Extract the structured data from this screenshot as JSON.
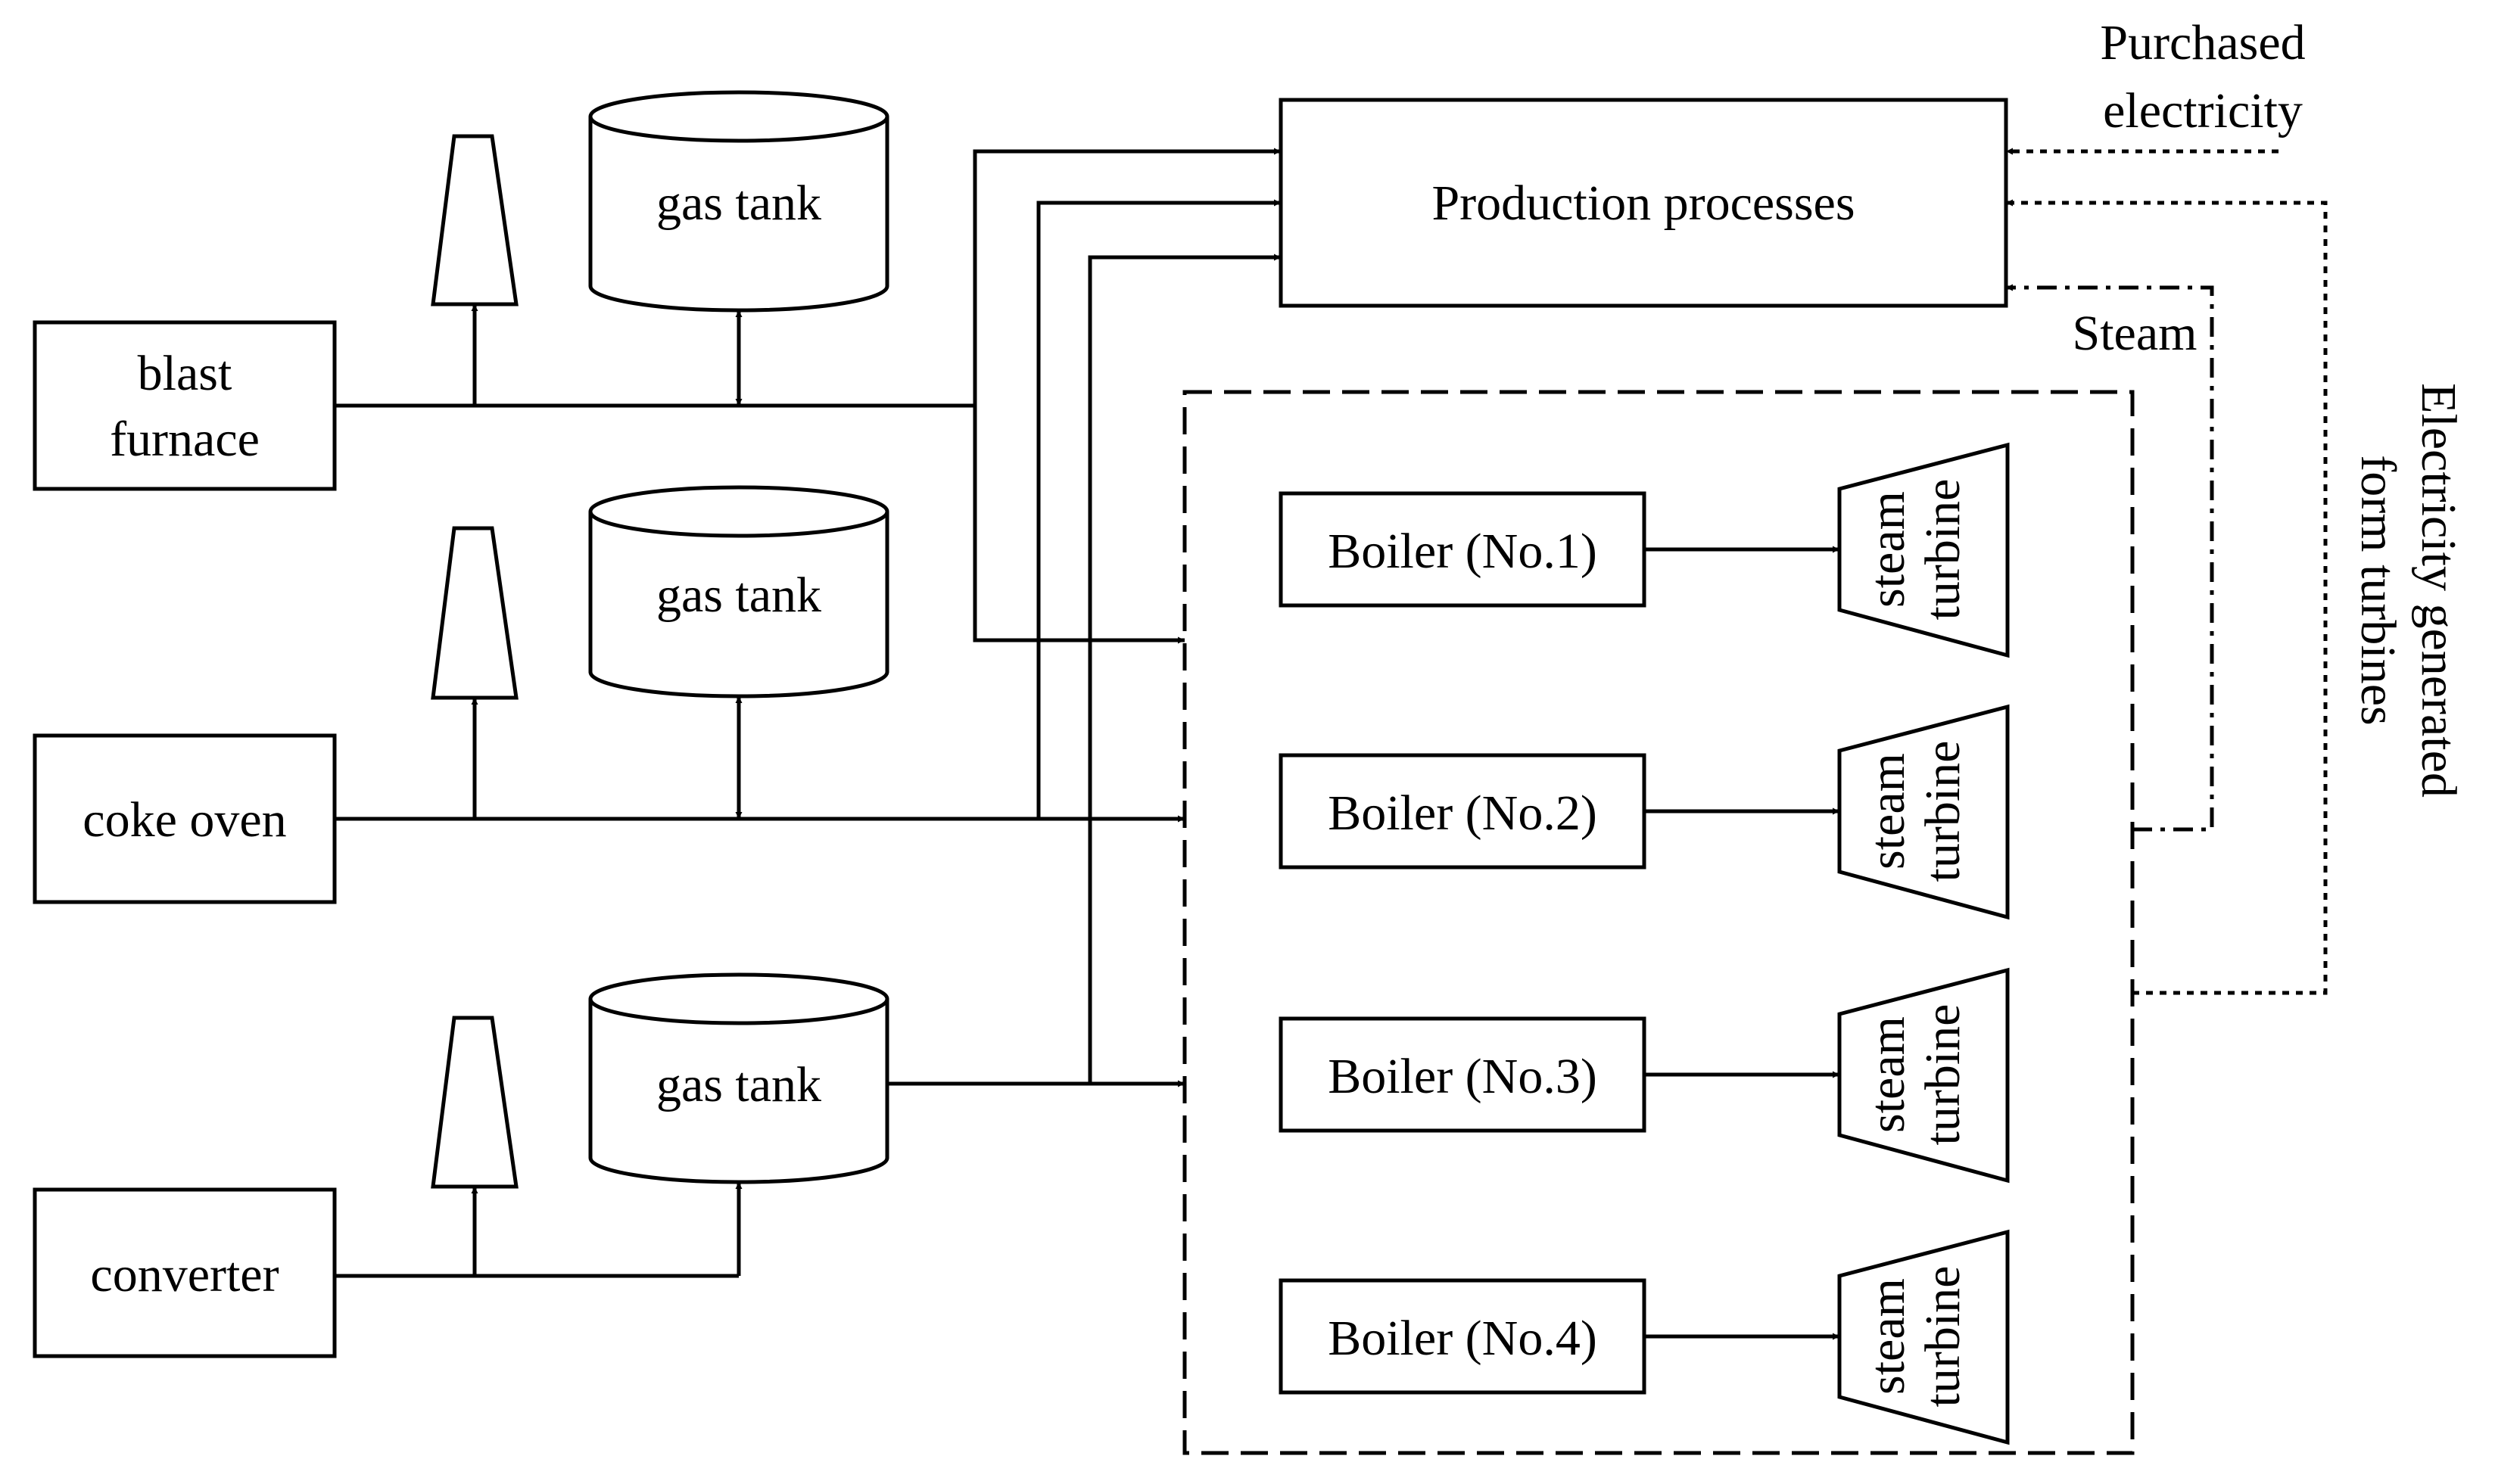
{
  "sources": {
    "blast_furnace": [
      "blast",
      "furnace"
    ],
    "coke_oven": "coke oven",
    "converter": "converter"
  },
  "gas_tank_label": "gas tank",
  "production": "Production processes",
  "boilers": [
    "Boiler (No.1)",
    "Boiler (No.2)",
    "Boiler (No.3)",
    "Boiler (No.4)"
  ],
  "turbine_label": [
    "steam",
    "turbine"
  ],
  "labels": {
    "purchased": [
      "Purchased",
      "electricity"
    ],
    "steam": "Steam",
    "electricity_generated": [
      "Electricity generated",
      "form turbines"
    ]
  }
}
